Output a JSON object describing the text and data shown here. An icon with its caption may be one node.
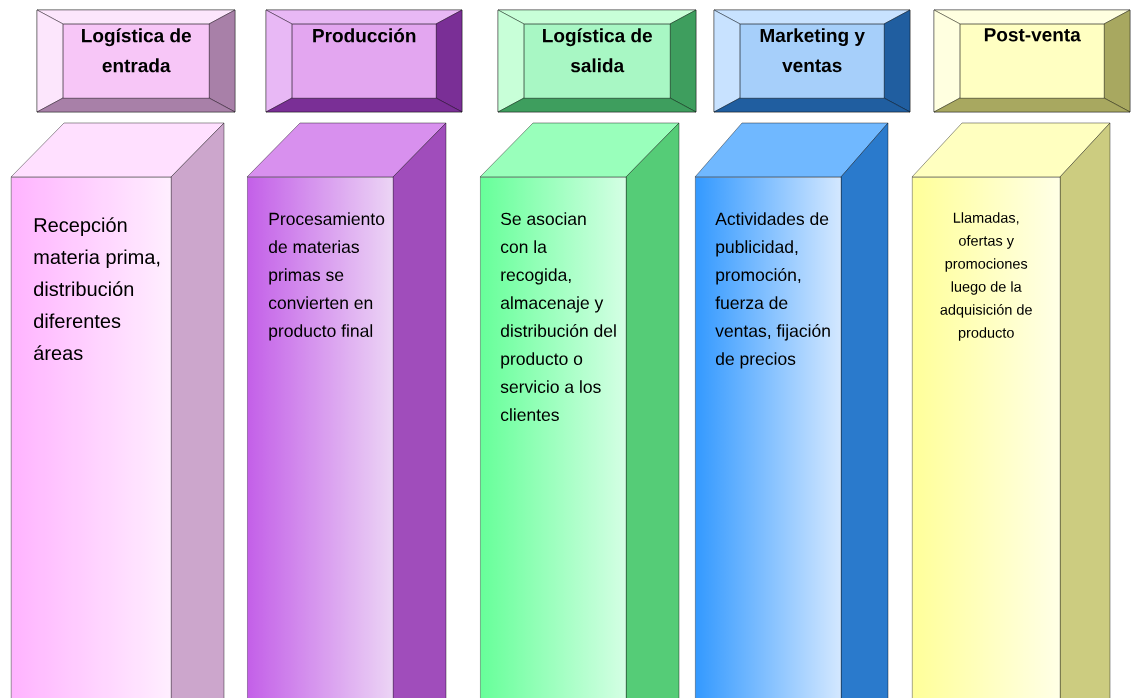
{
  "diagram": {
    "nodes": [
      {
        "text": [
          "Logística de entrada"
        ]
      },
      {
        "text": [
          "Producción"
        ]
      },
      {
        "text": [
          "Logística de salida"
        ]
      },
      {
        "text": [
          "Marketing y ventas"
        ]
      },
      {
        "text": [
          "Post-venta"
        ]
      },
      {
        "text": [
          "Recepción materia prima, distribución diferentes áreas"
        ]
      },
      {
        "text": [
          "Procesamiento de materias primas se convierten en producto final"
        ]
      },
      {
        "text": [
          "Se asocian con la recogida, almacenaje y distribución del producto o servicio a los clientes"
        ]
      },
      {
        "text": [
          "Actividades de publicidad, promoción, fuerza de ventas, fijación de precios"
        ]
      },
      {
        "text": [
          "Llamadas, ofertas y promociones luego de la adquisición de producto"
        ]
      }
    ]
  }
}
